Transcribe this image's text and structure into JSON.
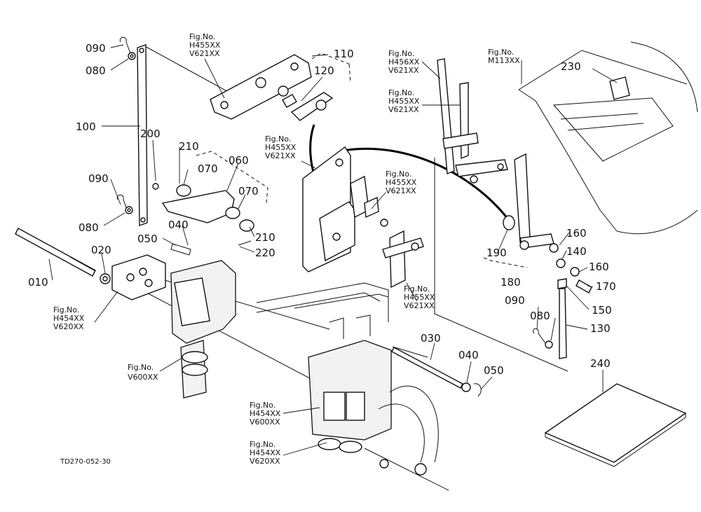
{
  "diagram_code": "TD270-052-30",
  "part_numbers": [
    {
      "id": "p090a",
      "label": "090"
    },
    {
      "id": "p080a",
      "label": "080"
    },
    {
      "id": "p100",
      "label": "100"
    },
    {
      "id": "p110",
      "label": "110"
    },
    {
      "id": "p120",
      "label": "120"
    },
    {
      "id": "p200",
      "label": "200"
    },
    {
      "id": "p210a",
      "label": "210"
    },
    {
      "id": "p060",
      "label": "060"
    },
    {
      "id": "p070a",
      "label": "070"
    },
    {
      "id": "p070b",
      "label": "070"
    },
    {
      "id": "p090b",
      "label": "090"
    },
    {
      "id": "p080b",
      "label": "080"
    },
    {
      "id": "p040a",
      "label": "040"
    },
    {
      "id": "p050a",
      "label": "050"
    },
    {
      "id": "p210b",
      "label": "210"
    },
    {
      "id": "p220",
      "label": "220"
    },
    {
      "id": "p020",
      "label": "020"
    },
    {
      "id": "p010",
      "label": "010"
    },
    {
      "id": "p230",
      "label": "230"
    },
    {
      "id": "p160a",
      "label": "160"
    },
    {
      "id": "p140",
      "label": "140"
    },
    {
      "id": "p160b",
      "label": "160"
    },
    {
      "id": "p190",
      "label": "190"
    },
    {
      "id": "p170",
      "label": "170"
    },
    {
      "id": "p180",
      "label": "180"
    },
    {
      "id": "p150",
      "label": "150"
    },
    {
      "id": "p090c",
      "label": "090"
    },
    {
      "id": "p080c",
      "label": "080"
    },
    {
      "id": "p130",
      "label": "130"
    },
    {
      "id": "p030",
      "label": "030"
    },
    {
      "id": "p040b",
      "label": "040"
    },
    {
      "id": "p050b",
      "label": "050"
    },
    {
      "id": "p240",
      "label": "240"
    }
  ],
  "figure_refs": [
    {
      "id": "f1",
      "lines": [
        "Fig.No.",
        "H455XX",
        "V621XX"
      ]
    },
    {
      "id": "f2",
      "lines": [
        "Fig.No.",
        "H456XX",
        "V621XX"
      ]
    },
    {
      "id": "f3",
      "lines": [
        "Fig.No.",
        "H455XX",
        "V621XX"
      ]
    },
    {
      "id": "f4",
      "lines": [
        "Fig.No.",
        "M113XX"
      ]
    },
    {
      "id": "f5",
      "lines": [
        "Fig.No.",
        "H455XX",
        "V621XX"
      ]
    },
    {
      "id": "f6",
      "lines": [
        "Fig.No.",
        "H455XX",
        "V621XX"
      ]
    },
    {
      "id": "f7",
      "lines": [
        "Fig.No.",
        "H455XX",
        "V621XX"
      ]
    },
    {
      "id": "f8",
      "lines": [
        "Fig.No.",
        "H454XX",
        "V620XX"
      ]
    },
    {
      "id": "f9",
      "lines": [
        "Fig.No.",
        "V600XX"
      ]
    },
    {
      "id": "f10",
      "lines": [
        "Fig.No.",
        "H454XX",
        "V600XX"
      ]
    },
    {
      "id": "f11",
      "lines": [
        "Fig.No.",
        "H454XX",
        "V620XX"
      ]
    }
  ]
}
